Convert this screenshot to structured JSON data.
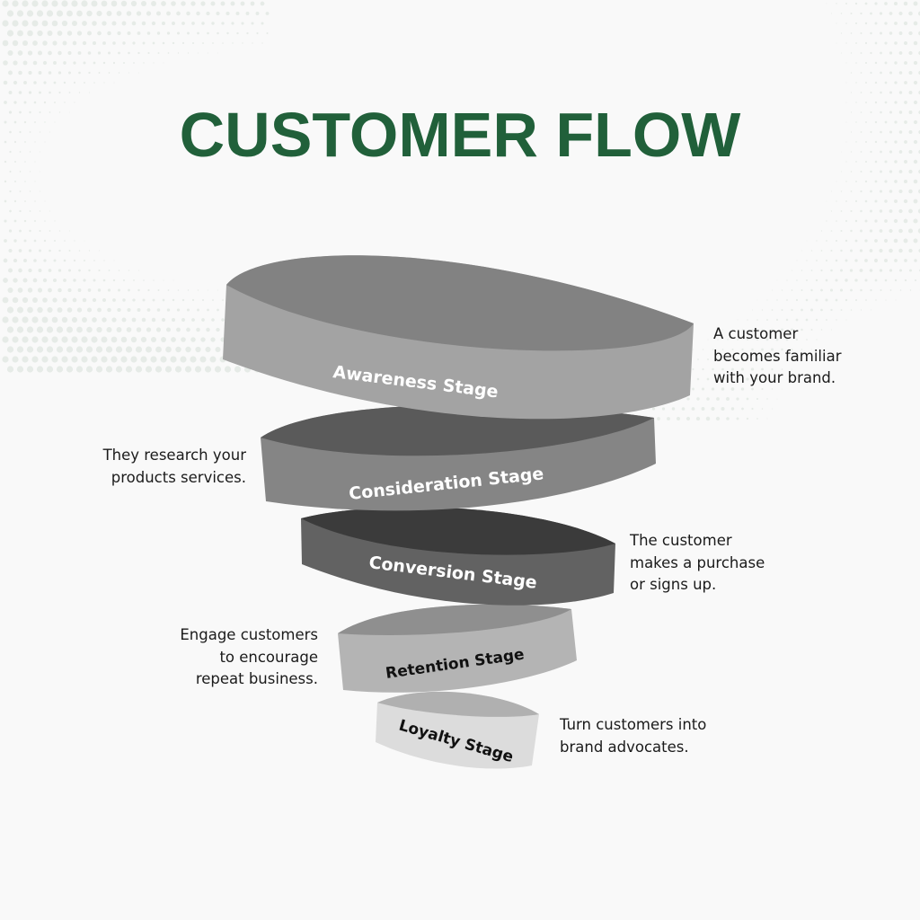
{
  "title": "CUSTOMER FLOW",
  "colors": {
    "title": "#21603a",
    "background": "#f9f9f9",
    "dots": "#e6ebe7",
    "description_text": "#1b1b1b"
  },
  "stages": [
    {
      "name": "Awareness Stage",
      "label_color": "#ffffff",
      "top_color": "#828282",
      "side_color": "#a3a3a3",
      "description": [
        "A customer",
        "becomes familiar",
        "with your brand."
      ],
      "description_side": "right"
    },
    {
      "name": "Consideration Stage",
      "label_color": "#ffffff",
      "top_color": "#5a5a5a",
      "side_color": "#858585",
      "description": [
        "They research your",
        "products services."
      ],
      "description_side": "left"
    },
    {
      "name": "Conversion Stage",
      "label_color": "#ffffff",
      "top_color": "#3b3b3b",
      "side_color": "#626262",
      "description": [
        "The customer",
        "makes a purchase",
        "or signs up."
      ],
      "description_side": "right"
    },
    {
      "name": "Retention Stage",
      "label_color": "#111111",
      "top_color": "#8f8f8f",
      "side_color": "#b4b4b4",
      "description": [
        "Engage customers",
        "to encourage",
        "repeat business."
      ],
      "description_side": "left"
    },
    {
      "name": "Loyalty Stage",
      "label_color": "#111111",
      "top_color": "#b0b0b0",
      "side_color": "#dcdcdc",
      "description": [
        "Turn customers into",
        "brand advocates."
      ],
      "description_side": "right"
    }
  ]
}
